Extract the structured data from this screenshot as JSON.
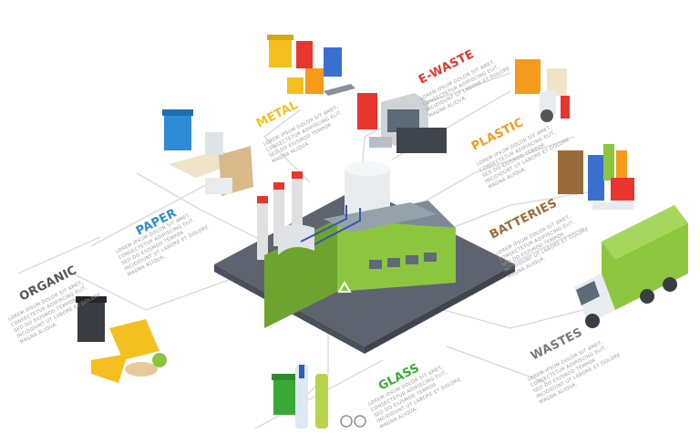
{
  "categories": {
    "metal": {
      "label": "METAL",
      "color": "#f3c020",
      "body": [
        "LOREM IPSUM DOLOR SIT AMET,",
        "CONSECTETUR ADIPISCING ELIT,",
        "SED DO EIUSMOD TEMPOR",
        "MAGNA ALIQUA."
      ]
    },
    "ewaste": {
      "label": "E-WASTE",
      "color": "#e8352e",
      "body": [
        "LOREM IPSUM DOLOR SIT AMET,",
        "CONSECTETUR ADIPISCING ELIT,",
        "INCIDIDUNT UT LABORE ET DOLORE",
        "MAGNA ALIQUA."
      ]
    },
    "plastic": {
      "label": "PLASTIC",
      "color": "#f59a1a",
      "body": [
        "LOREM IPSUM DOLOR SIT AMET,",
        "CONSECTETUR ADIPISCING ELIT,",
        "SED DO EIUSMOD TEMPOR",
        "INCIDIDUNT UT LABORE ET DOLORE",
        "MAGNA ALIQUA."
      ]
    },
    "paper": {
      "label": "PAPER",
      "color": "#2e8bd8",
      "body": [
        "LOREM IPSUM DOLOR SIT AMET,",
        "CONSECTETUR ADIPISCING ELIT,",
        "SED DO EIUSMOD TEMPOR",
        "INCIDIDUNT UT LABORE ET DOLORE",
        "MAGNA ALIQUA."
      ]
    },
    "batteries": {
      "label": "BATTERIES",
      "color": "#9a6b3a",
      "body": [
        "LOREM IPSUM DOLOR SIT AMET,",
        "CONSECTETUR ADIPISCING ELIT,",
        "SED DO EIUSMOD TEMPOR",
        "INCIDIDUNT UT LABORE ET DOLORE",
        "MAGNA ALIQUA."
      ]
    },
    "organic": {
      "label": "ORGANIC",
      "color": "#555555",
      "body": [
        "LOREM IPSUM DOLOR SIT AMET,",
        "CONSECTETUR ADIPISCING ELIT,",
        "SED DO EIUSMOD TEMPOR",
        "INCIDIDUNT UT LABORE ET DOLORE",
        "MAGNA ALIQUA."
      ]
    },
    "glass": {
      "label": "GLASS",
      "color": "#3aaa35",
      "body": [
        "LOREM IPSUM DOLOR SIT AMET,",
        "CONSECTETUR ADIPISCING ELIT,",
        "SED DO EIUSMOD TEMPOR",
        "INCIDIDUNT UT LABORE ET DOLORE",
        "MAGNA ALIQUA."
      ]
    },
    "wastes": {
      "label": "WASTES",
      "color": "#777777",
      "body": [
        "LOREM IPSUM DOLOR SIT AMET,",
        "CONSECTETUR ADIPISCING ELIT,",
        "SED DO EIUSMOD TEMPOR",
        "INCIDIDUNT UT LABORE ET DOLORE",
        "MAGNA ALIQUA."
      ]
    }
  },
  "colors": {
    "factory_green": "#8cc63f",
    "factory_roof": "#7d8a96",
    "ground": "#5d6470",
    "truck_green": "#8cc63f",
    "line": "#d9dadc"
  }
}
